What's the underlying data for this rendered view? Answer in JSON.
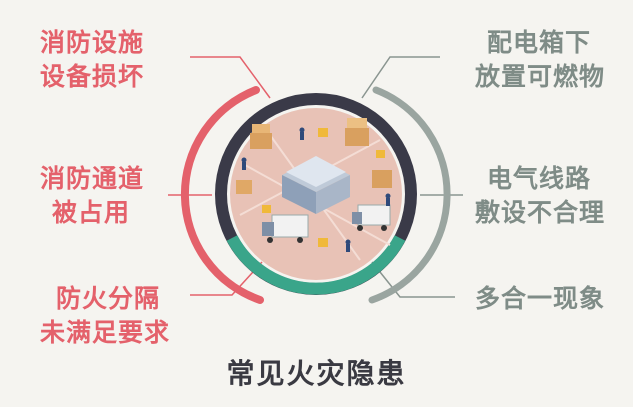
{
  "left_items": [
    {
      "line1": "消防设施",
      "line2": "设备损坏"
    },
    {
      "line1": "消防通道",
      "line2": "被占用"
    },
    {
      "line1": "防火分隔",
      "line2": "未满足要求"
    }
  ],
  "right_items": [
    {
      "line1": "配电箱下",
      "line2": "放置可燃物"
    },
    {
      "line1": "电气线路",
      "line2": "敷设不合理"
    },
    {
      "line1": "多合一现象",
      "line2": ""
    }
  ],
  "title": "常见火灾隐患",
  "colors": {
    "left_accent": "#e4616b",
    "right_accent": "#7f8c87",
    "ring_dark": "#3a3a48",
    "ring_green": "#3aa58a",
    "ground": "#e8c2b6",
    "background": "#f5f4f0"
  }
}
